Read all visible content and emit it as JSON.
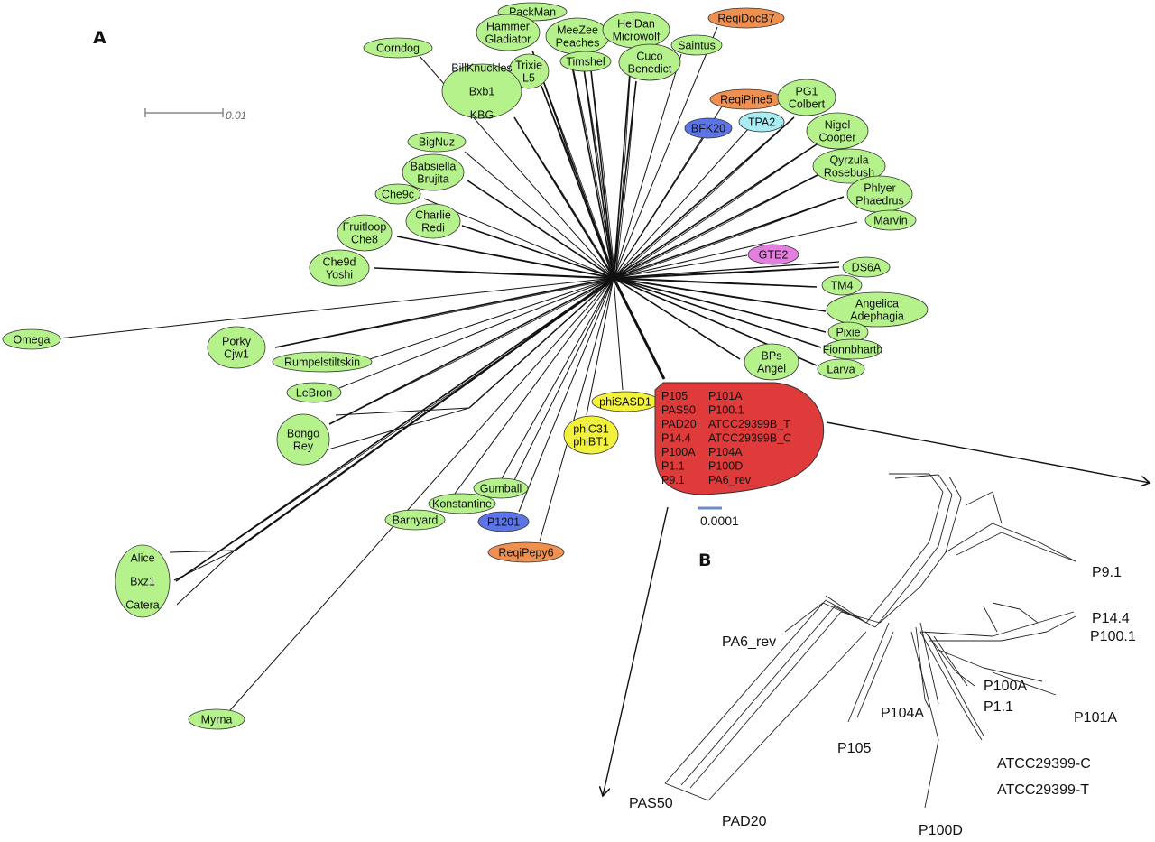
{
  "panels": {
    "a": "A",
    "b": "B"
  },
  "scale_a": "0.01",
  "scale_b": "0.0001",
  "colors": {
    "green": "#b6f28c",
    "orange": "#f09050",
    "blue": "#5b75e8",
    "cyan": "#a8ecf4",
    "magenta": "#e47ee0",
    "yellow": "#f2f23c",
    "red": "#e03b3b",
    "line": "#111111"
  },
  "nodes": [
    {
      "lines": [
        "PackMan"
      ],
      "color": "green"
    },
    {
      "lines": [
        "Hammer",
        "Gladiator"
      ],
      "color": "green"
    },
    {
      "lines": [
        "MeeZee",
        "Peaches"
      ],
      "color": "green"
    },
    {
      "lines": [
        "HelDan",
        "Microwolf"
      ],
      "color": "green"
    },
    {
      "lines": [
        "ReqiDocB7"
      ],
      "color": "orange"
    },
    {
      "lines": [
        "Corndog"
      ],
      "color": "green"
    },
    {
      "lines": [
        "Saintus"
      ],
      "color": "green"
    },
    {
      "lines": [
        "Trixie",
        "L5"
      ],
      "color": "green"
    },
    {
      "lines": [
        "Timshel"
      ],
      "color": "green"
    },
    {
      "lines": [
        "Cuco",
        "Benedict"
      ],
      "color": "green"
    },
    {
      "lines": [
        "BillKnuckles",
        "Bxb1",
        "KBG"
      ],
      "color": "green"
    },
    {
      "lines": [
        "ReqiPine5"
      ],
      "color": "orange"
    },
    {
      "lines": [
        "PG1",
        "Colbert"
      ],
      "color": "green"
    },
    {
      "lines": [
        "BFK20"
      ],
      "color": "blue"
    },
    {
      "lines": [
        "TPA2"
      ],
      "color": "cyan"
    },
    {
      "lines": [
        "Nigel",
        "Cooper"
      ],
      "color": "green"
    },
    {
      "lines": [
        "BigNuz"
      ],
      "color": "green"
    },
    {
      "lines": [
        "Qyrzula",
        "Rosebush"
      ],
      "color": "green"
    },
    {
      "lines": [
        "Babsiella",
        "Brujita"
      ],
      "color": "green"
    },
    {
      "lines": [
        "Phlyer",
        "Phaedrus"
      ],
      "color": "green"
    },
    {
      "lines": [
        "Che9c"
      ],
      "color": "green"
    },
    {
      "lines": [
        "Charlie",
        "Redi"
      ],
      "color": "green"
    },
    {
      "lines": [
        "Marvin"
      ],
      "color": "green"
    },
    {
      "lines": [
        "Fruitloop",
        "Che8"
      ],
      "color": "green"
    },
    {
      "lines": [
        "GTE2"
      ],
      "color": "magenta"
    },
    {
      "lines": [
        "Che9d",
        "Yoshi"
      ],
      "color": "green"
    },
    {
      "lines": [
        "DS6A"
      ],
      "color": "green"
    },
    {
      "lines": [
        "TM4"
      ],
      "color": "green"
    },
    {
      "lines": [
        "Angelica",
        "Adephagia"
      ],
      "color": "green"
    },
    {
      "lines": [
        "Omega"
      ],
      "color": "green"
    },
    {
      "lines": [
        "Porky",
        "Cjw1"
      ],
      "color": "green"
    },
    {
      "lines": [
        "Pixie"
      ],
      "color": "green"
    },
    {
      "lines": [
        "Rumpelstiltskin"
      ],
      "color": "green"
    },
    {
      "lines": [
        "Fionnbharth"
      ],
      "color": "green"
    },
    {
      "lines": [
        "BPs",
        "Angel"
      ],
      "color": "green"
    },
    {
      "lines": [
        "Larva"
      ],
      "color": "green"
    },
    {
      "lines": [
        "LeBron"
      ],
      "color": "green"
    },
    {
      "lines": [
        "phiSASD1"
      ],
      "color": "yellow"
    },
    {
      "lines": [
        "Bongo",
        "Rey"
      ],
      "color": "green"
    },
    {
      "lines": [
        "phiC31",
        "phiBT1"
      ],
      "color": "yellow"
    },
    {
      "lines": [
        "Gumball"
      ],
      "color": "green"
    },
    {
      "lines": [
        "Konstantine"
      ],
      "color": "green"
    },
    {
      "lines": [
        "P1201"
      ],
      "color": "blue"
    },
    {
      "lines": [
        "Barnyard"
      ],
      "color": "green"
    },
    {
      "lines": [
        "ReqiPepy6"
      ],
      "color": "orange"
    },
    {
      "lines": [
        "Alice",
        "Bxz1",
        "Catera"
      ],
      "color": "green"
    },
    {
      "lines": [
        "Myrna"
      ],
      "color": "green"
    }
  ],
  "cluster": {
    "col1": [
      "P105",
      "PAS50",
      "PAD20",
      "P14.4",
      "P100A",
      "P1.1",
      "P9.1"
    ],
    "col2": [
      "P101A",
      "P100.1",
      "ATCC29399B_T",
      "ATCC29399B_C",
      "P104A",
      "P100D",
      "PA6_rev"
    ]
  },
  "panel_b_labels": [
    "P9.1",
    "P14.4",
    "P100.1",
    "PA6_rev",
    "P100A",
    "P1.1",
    "P104A",
    "P101A",
    "P105",
    "ATCC29399-C",
    "ATCC29399-T",
    "PAS50",
    "PAD20",
    "P100D"
  ]
}
